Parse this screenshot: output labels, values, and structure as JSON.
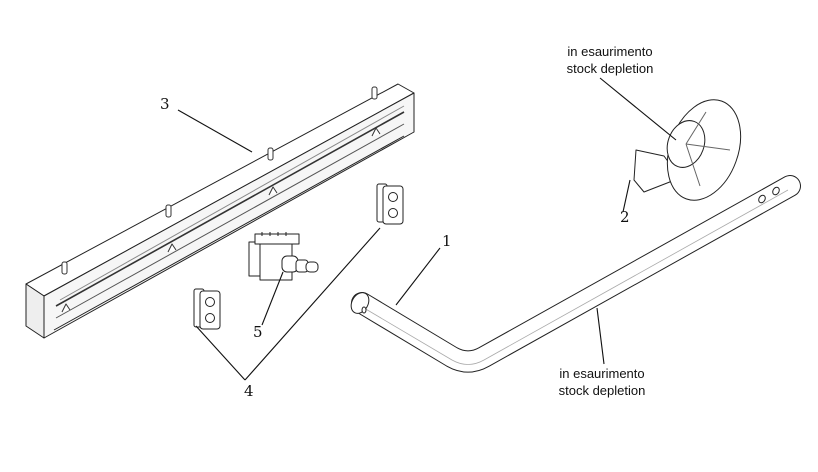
{
  "callouts": {
    "part1": "1",
    "part2": "2",
    "part3": "3",
    "part4": "4",
    "part5": "5"
  },
  "notes": {
    "part2_line1": "in esaurimento",
    "part2_line2": "stock depletion",
    "part1_line1": "in esaurimento",
    "part1_line2": "stock depletion"
  }
}
